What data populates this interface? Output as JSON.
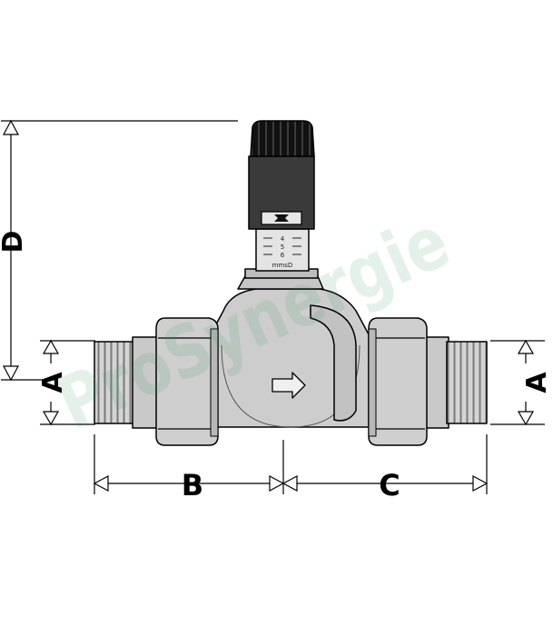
{
  "dimensions": {
    "a_left": "A",
    "a_right": "A",
    "b": "B",
    "c": "C",
    "d": "D"
  },
  "setting_scale": {
    "marks": [
      "4",
      "5",
      "6"
    ],
    "unit": "mmsD"
  },
  "watermark": "ProSynergie",
  "colors": {
    "body": "#cfcfcf",
    "knob": "#161616",
    "head": "#3a3a3a",
    "line": "#000000",
    "watermark": "#2f9a5a"
  }
}
